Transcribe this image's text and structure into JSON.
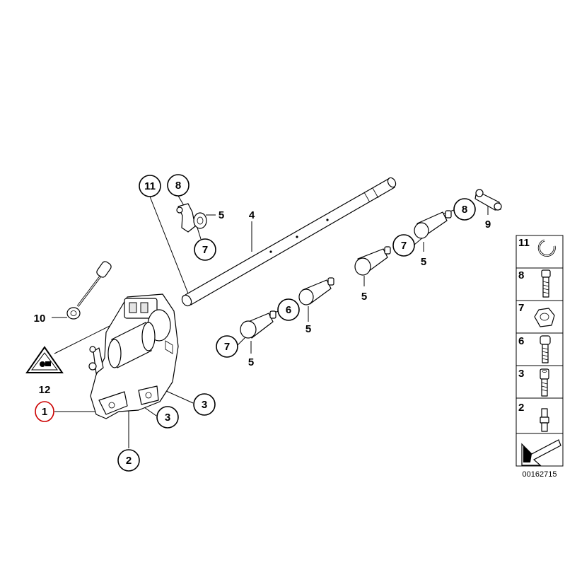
{
  "callouts": [
    {
      "id": "c11",
      "label": "11"
    },
    {
      "id": "c8a",
      "label": "8"
    },
    {
      "id": "c7a",
      "label": "7"
    },
    {
      "id": "c8b",
      "label": "8"
    },
    {
      "id": "c7b",
      "label": "7"
    },
    {
      "id": "c6",
      "label": "6"
    },
    {
      "id": "c7c",
      "label": "7"
    },
    {
      "id": "c3a",
      "label": "3"
    },
    {
      "id": "c3b",
      "label": "3"
    },
    {
      "id": "c2",
      "label": "2"
    },
    {
      "id": "c1",
      "label": "1"
    }
  ],
  "plain_labels": [
    {
      "id": "l5a",
      "label": "5"
    },
    {
      "id": "l4",
      "label": "4"
    },
    {
      "id": "l9",
      "label": "9"
    },
    {
      "id": "l5b",
      "label": "5"
    },
    {
      "id": "l5c",
      "label": "5"
    },
    {
      "id": "l5d",
      "label": "5"
    },
    {
      "id": "l5e",
      "label": "5"
    },
    {
      "id": "l10",
      "label": "10"
    },
    {
      "id": "l12",
      "label": "12"
    }
  ],
  "legend": [
    {
      "number": "11",
      "icon": "circlip-icon"
    },
    {
      "number": "8",
      "icon": "hex-bolt-icon"
    },
    {
      "number": "7",
      "icon": "hex-nut-icon"
    },
    {
      "number": "6",
      "icon": "bolt-icon"
    },
    {
      "number": "3",
      "icon": "socket-screw-icon"
    },
    {
      "number": "2",
      "icon": "stud-icon"
    }
  ],
  "highlighted_callout": "1",
  "document_number": "00162715",
  "colors": {
    "highlight": "#cc0000",
    "line": "#000000"
  }
}
